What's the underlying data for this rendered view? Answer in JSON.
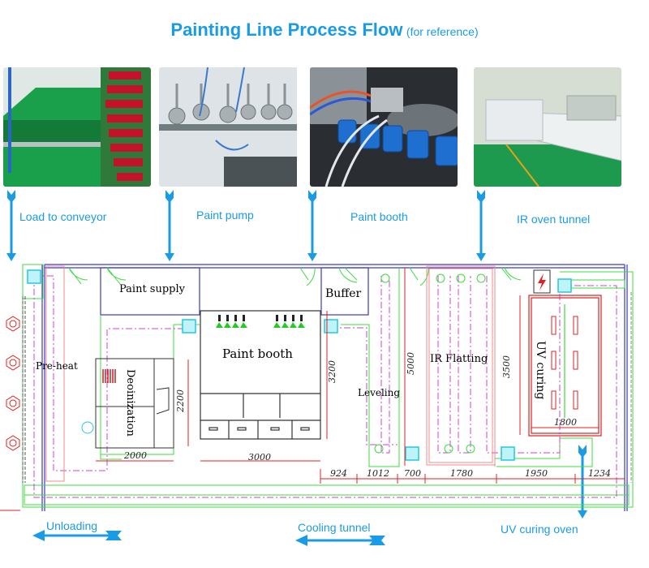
{
  "header": {
    "title": "Painting Line Process Flow",
    "subtitle": "(for reference)"
  },
  "photos": [
    {
      "id": "conveyor",
      "caption": "Load to conveyor",
      "alt": "Green conveyor belt with red part racks"
    },
    {
      "id": "pump",
      "caption": "Paint pump",
      "alt": "Row of paint pumps with hoses"
    },
    {
      "id": "booth",
      "caption": "Paint booth",
      "alt": "Spray gun spraying blue parts"
    },
    {
      "id": "ir",
      "caption": "IR oven tunnel",
      "alt": "Long white IR oven tunnel"
    }
  ],
  "bottom_captions": {
    "unloading": "Unloading",
    "cooling": "Cooling tunnel",
    "uv_oven": "UV curing oven"
  },
  "plan": {
    "zones": {
      "paint_supply": "Paint supply",
      "buffer": "Buffer",
      "pre_heat": "Pre-heat",
      "deionization": "Deoinization",
      "paint_booth": "Paint booth",
      "leveling": "Leveling",
      "ir_flatting": "IR Flatting",
      "uv_curing": "UV curing"
    },
    "dimensions": {
      "deion_width": "2000",
      "deion_height": "2200",
      "booth_width": "3000",
      "booth_height": "3200",
      "ir_height": "5000",
      "uv_height": "3500",
      "uv_width": "1800",
      "seg_1": "924",
      "seg_2": "1012",
      "seg_3": "700",
      "seg_4": "1780",
      "seg_5": "1950",
      "seg_6": "1234"
    }
  },
  "colors": {
    "accent": "#1a9be6",
    "wall_blue": "#3b3bc4",
    "frame_green": "#3ddc3d",
    "dim_red": "#e02020",
    "chain_magenta": "#d040d0",
    "node_cyan": "#22d3e6"
  }
}
